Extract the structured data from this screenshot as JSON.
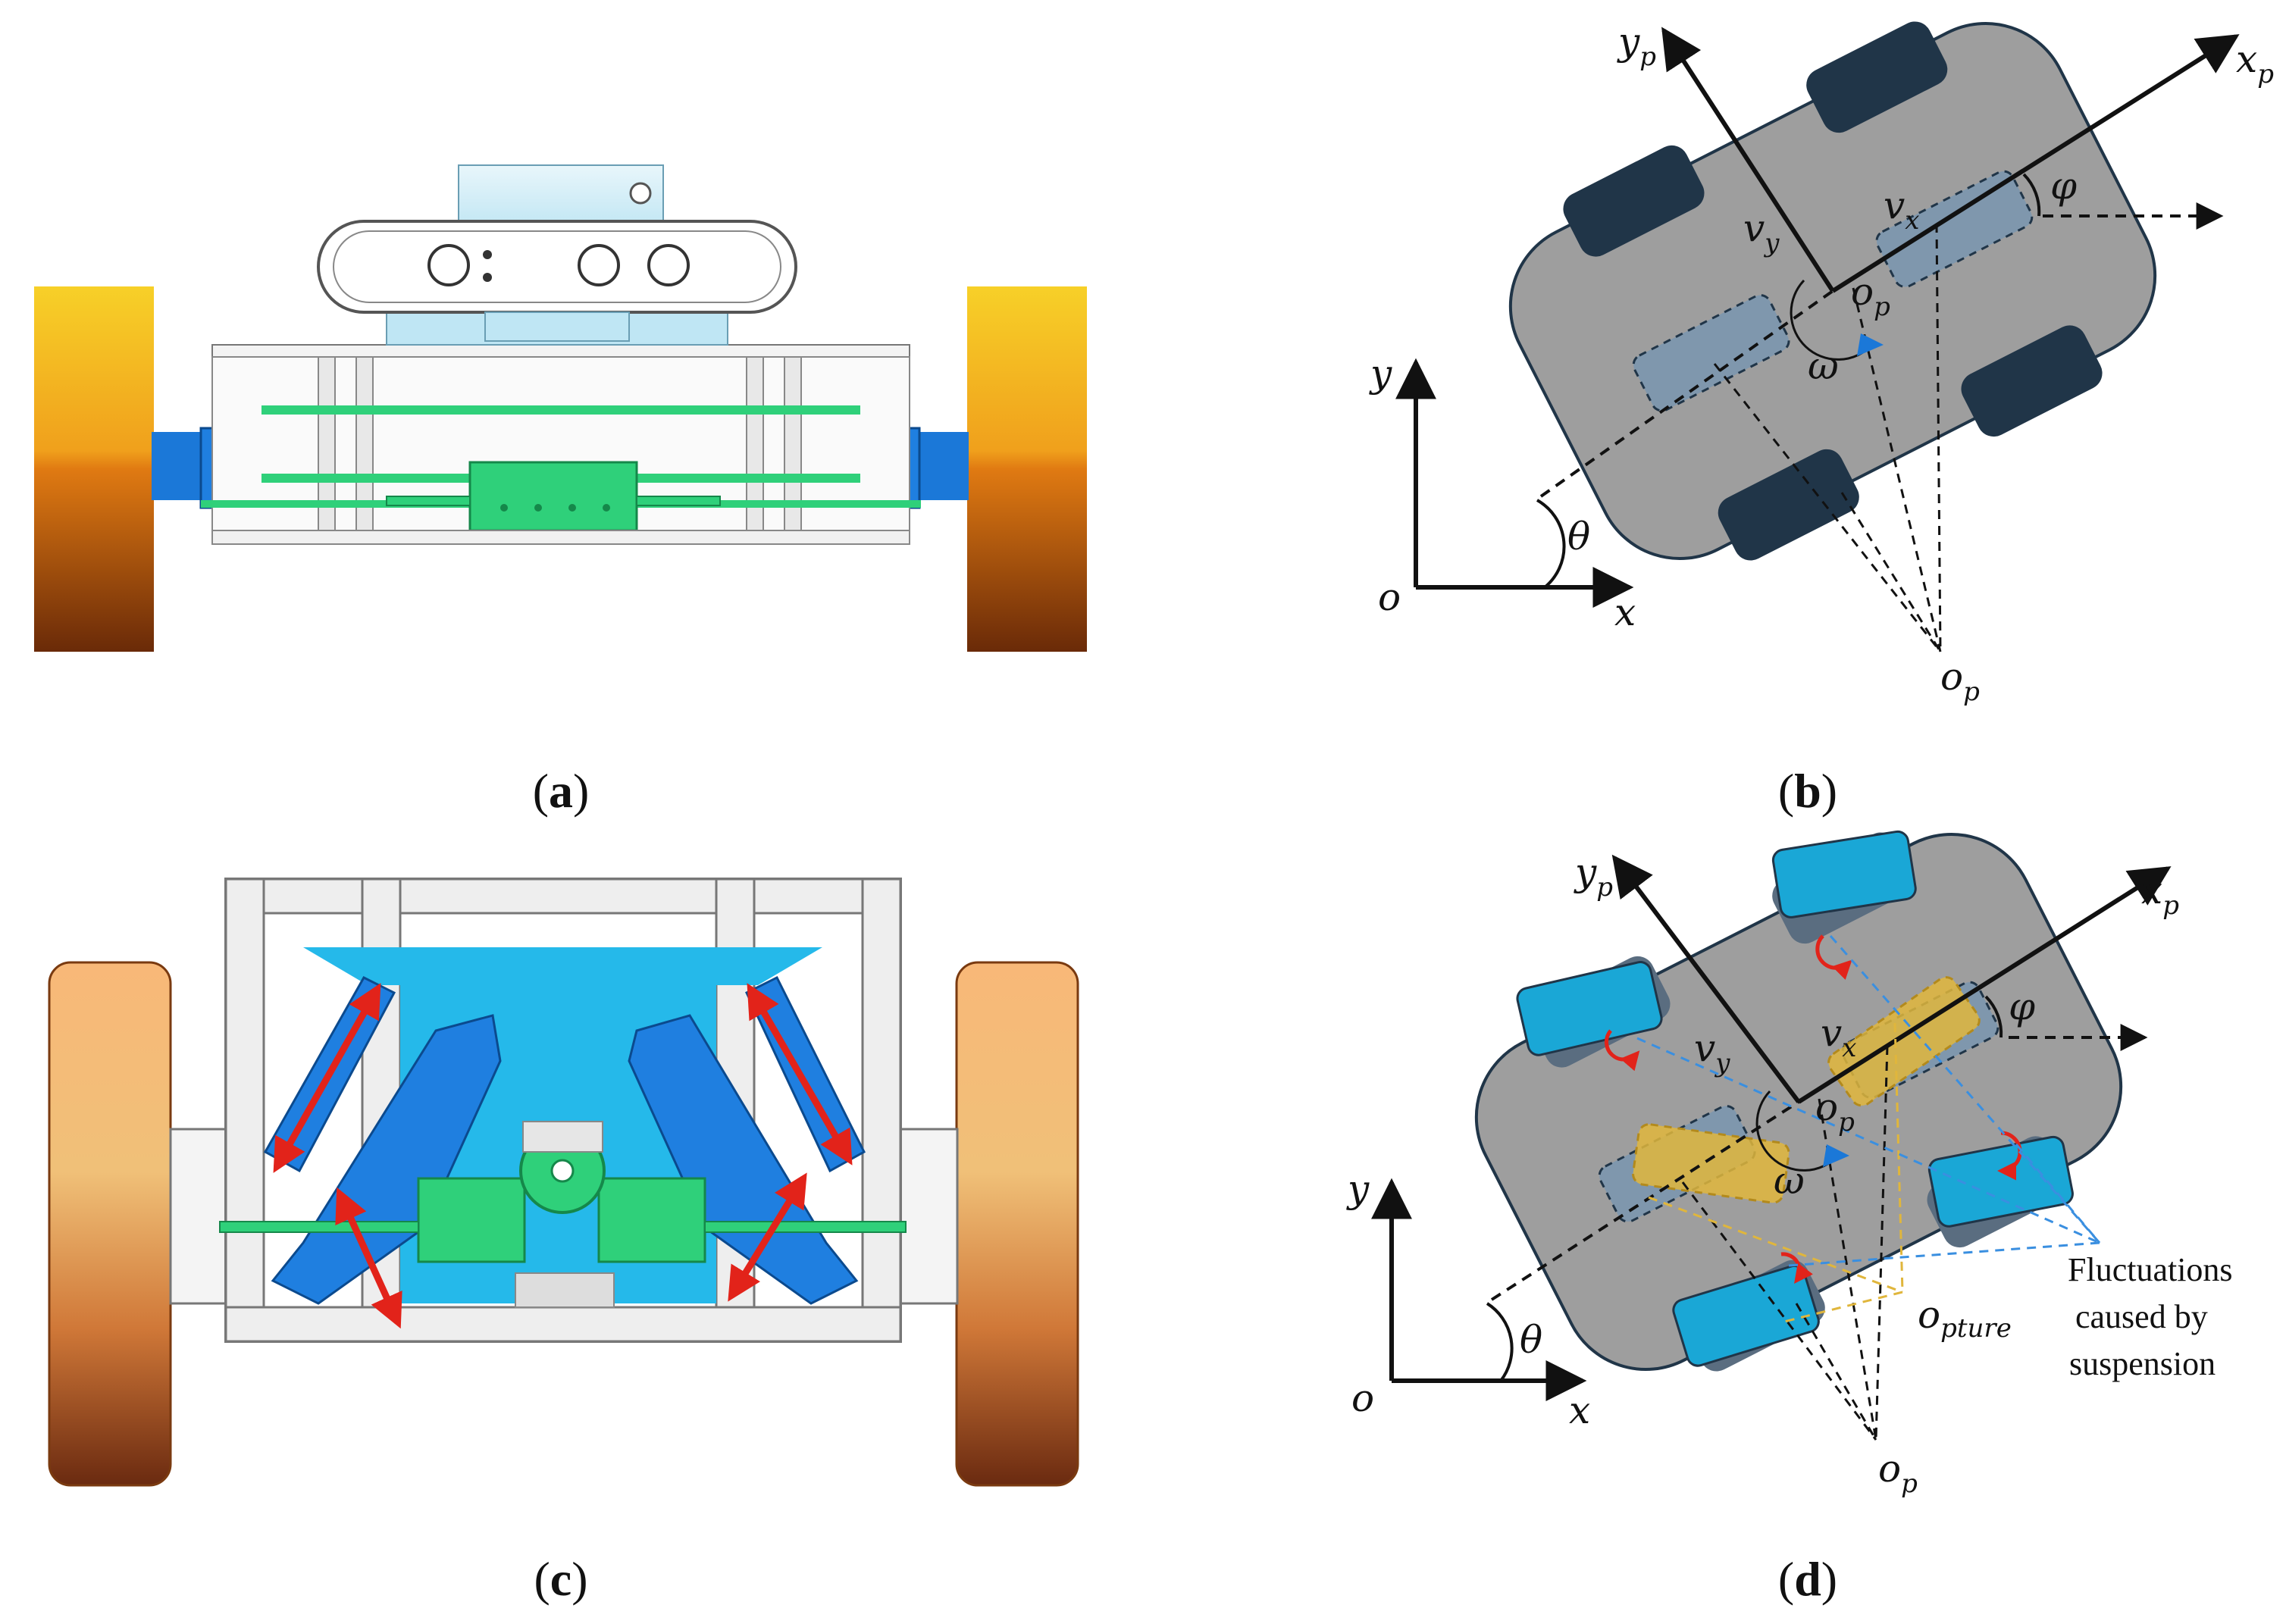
{
  "captions": {
    "a": "a",
    "b": "b",
    "c": "c",
    "d": "d"
  },
  "symbols": {
    "x": "x",
    "y": "y",
    "o": "o",
    "xp_main": "x",
    "xp_sub": "p",
    "yp_main": "y",
    "yp_sub": "p",
    "op_main": "o",
    "op_sub": "p",
    "vx_main": "v",
    "vx_sub": "x",
    "vy_main": "v",
    "vy_sub": "y",
    "omega": "ω",
    "theta": "θ",
    "phi": "φ",
    "opture_main": "o",
    "opture_sub": "pture"
  },
  "annotation": {
    "line1": "Fluctuations",
    "line2": "caused by",
    "line3": "suspension"
  },
  "colors": {
    "body": "#9e9e9e",
    "wheel_dark": "#203548",
    "wheel_blue": "#1aa7d6",
    "wheel_yellow": "#e0b63c",
    "arrow_red": "#e2231a",
    "tire_orange": "#e08b3a",
    "frame_blue": "#1f7fe0",
    "part_green": "#2fd07a"
  }
}
